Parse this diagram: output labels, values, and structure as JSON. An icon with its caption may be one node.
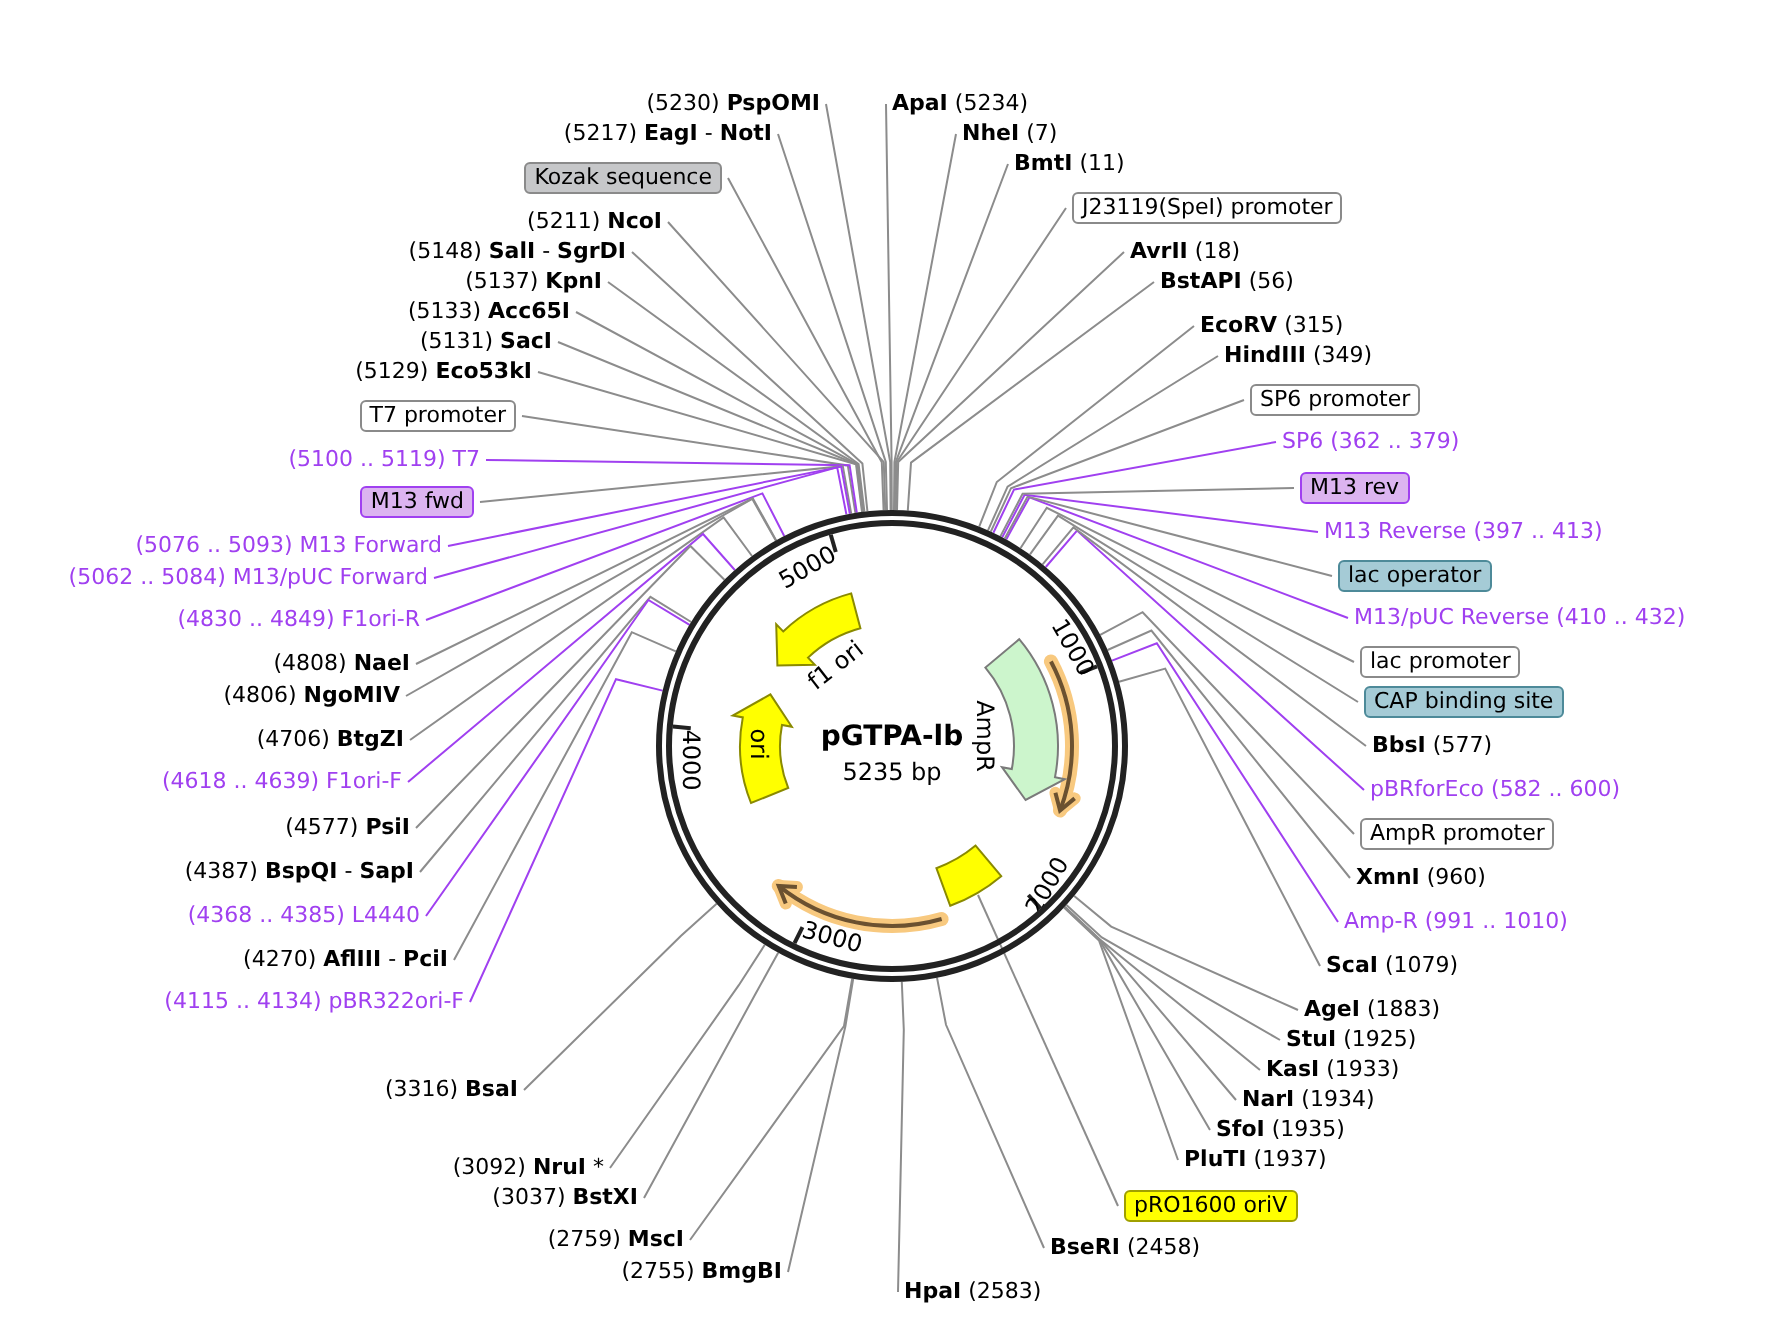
{
  "diagram": {
    "nodes": [
      {
        "text": [
          "(5230) **PspOMI**"
        ]
      },
      {
        "text": [
          "(5217) **EagI** - **NotI**"
        ]
      },
      {
        "text": [
          "Kozak sequence"
        ]
      },
      {
        "text": [
          "(5211) **NcoI**"
        ]
      },
      {
        "text": [
          "(5148) **SalI** - **SgrDI**"
        ]
      },
      {
        "text": [
          "(5137) **KpnI**"
        ]
      },
      {
        "text": [
          "(5133) **Acc65I**"
        ]
      },
      {
        "text": [
          "(5131) **SacI**"
        ]
      },
      {
        "text": [
          "(5129) **Eco53kI**"
        ]
      },
      {
        "text": [
          "T7 promoter"
        ]
      },
      {
        "text": [
          "(5100 .. 5119) T7"
        ]
      },
      {
        "text": [
          "M13 fwd"
        ]
      },
      {
        "text": [
          "(5076 .. 5093) M13 Forward"
        ]
      },
      {
        "text": [
          "(5062 .. 5084) M13/pUC Forward"
        ]
      },
      {
        "text": [
          "(4830 .. 4849) F1ori-R"
        ]
      },
      {
        "text": [
          "(4808) **NaeI**"
        ]
      },
      {
        "text": [
          "(4806) **NgoMIV**"
        ]
      },
      {
        "text": [
          "(4706) **BtgZI**"
        ]
      },
      {
        "text": [
          "(4618 .. 4639) F1ori-F"
        ]
      },
      {
        "text": [
          "(4577) **PsiI**"
        ]
      },
      {
        "text": [
          "(4387) **BspQI** - **SapI**"
        ]
      },
      {
        "text": [
          "(4368 .. 4385) L4440"
        ]
      },
      {
        "text": [
          "(4270) **AflIII** - **PciI**"
        ]
      },
      {
        "text": [
          "(4115 .. 4134) pBR322ori-F"
        ]
      },
      {
        "text": [
          "(3316) **BsaI**"
        ]
      },
      {
        "text": [
          "(3092) **NruI** *"
        ]
      },
      {
        "text": [
          "(3037) **BstXI**"
        ]
      },
      {
        "text": [
          "(2759) **MscI**"
        ]
      },
      {
        "text": [
          "(2755) **BmgBI**"
        ]
      },
      {
        "text": [
          "**HpaI** (2583)"
        ]
      },
      {
        "text": [
          "**BseRI** (2458)"
        ]
      },
      {
        "text": [
          "pRO1600 oriV"
        ]
      },
      {
        "text": [
          "**PluTI** (1937)"
        ]
      },
      {
        "text": [
          "**SfoI** (1935)"
        ]
      },
      {
        "text": [
          "**NarI** (1934)"
        ]
      },
      {
        "text": [
          "**KasI** (1933)"
        ]
      },
      {
        "text": [
          "**StuI** (1925)"
        ]
      },
      {
        "text": [
          "**AgeI** (1883)"
        ]
      },
      {
        "text": [
          "**ScaI** (1079)"
        ]
      },
      {
        "text": [
          "Amp-R (991 .. 1010)"
        ]
      },
      {
        "text": [
          "**XmnI** (960)"
        ]
      },
      {
        "text": [
          "AmpR promoter"
        ]
      },
      {
        "text": [
          "pBRforEco (582 .. 600)"
        ]
      },
      {
        "text": [
          "**BbsI** (577)"
        ]
      },
      {
        "text": [
          "CAP binding site"
        ]
      },
      {
        "text": [
          "lac promoter"
        ]
      },
      {
        "text": [
          "M13/pUC Reverse (410 .. 432)"
        ]
      },
      {
        "text": [
          "lac operator"
        ]
      },
      {
        "text": [
          "M13 Reverse (397 .. 413)"
        ]
      },
      {
        "text": [
          "M13 rev"
        ]
      },
      {
        "text": [
          "SP6 (362 .. 379)"
        ]
      },
      {
        "text": [
          "SP6 promoter"
        ]
      },
      {
        "text": [
          "**HindIII** (349)"
        ]
      },
      {
        "text": [
          "**EcoRV** (315)"
        ]
      },
      {
        "text": [
          "**BstAPI** (56)"
        ]
      },
      {
        "text": [
          "**AvrII** (18)"
        ]
      },
      {
        "text": [
          "J23119(SpeI) promoter"
        ]
      },
      {
        "text": [
          "**BmtI** (11)"
        ]
      },
      {
        "text": [
          "**NheI** (7)"
        ]
      },
      {
        "text": [
          "**ApaI** (5234)"
        ]
      },
      {
        "text": [
          "pGTPA-lb",
          "5235 bp"
        ]
      },
      {
        "text": [
          "f1 ori"
        ],
        "in": 60
      },
      {
        "text": [
          "ori"
        ],
        "in": 60
      },
      {
        "text": [
          "AmpR"
        ],
        "in": 60
      },
      {
        "text": [],
        "shape": "box",
        "in": 60
      }
    ],
    "edges": [
      {
        "from": 0,
        "to": 60,
        "arrow": "none"
      },
      {
        "from": 1,
        "to": 60,
        "arrow": "none"
      },
      {
        "from": 2,
        "to": 60,
        "arrow": "none"
      },
      {
        "from": 3,
        "to": 60,
        "arrow": "none"
      },
      {
        "from": 4,
        "to": 60,
        "arrow": "none"
      },
      {
        "from": 5,
        "to": 60,
        "arrow": "none"
      },
      {
        "from": 6,
        "to": 60,
        "arrow": "none"
      },
      {
        "from": 7,
        "to": 60,
        "arrow": "none"
      },
      {
        "from": 8,
        "to": 60,
        "arrow": "none"
      },
      {
        "from": 9,
        "to": 60,
        "arrow": "none"
      },
      {
        "from": 10,
        "to": 60,
        "arrow": "none",
        "color": "#a040f0"
      },
      {
        "from": 11,
        "to": 60,
        "arrow": "none"
      },
      {
        "from": 12,
        "to": 60,
        "arrow": "none",
        "color": "#a040f0"
      },
      {
        "from": 13,
        "to": 60,
        "arrow": "none",
        "color": "#a040f0"
      },
      {
        "from": 14,
        "to": 60,
        "arrow": "none",
        "color": "#a040f0"
      },
      {
        "from": 15,
        "to": 60,
        "arrow": "none"
      },
      {
        "from": 16,
        "to": 60,
        "arrow": "none"
      },
      {
        "from": 17,
        "to": 60,
        "arrow": "none"
      },
      {
        "from": 18,
        "to": 60,
        "arrow": "none",
        "color": "#a040f0"
      },
      {
        "from": 19,
        "to": 60,
        "arrow": "none"
      },
      {
        "from": 20,
        "to": 60,
        "arrow": "none"
      },
      {
        "from": 21,
        "to": 60,
        "arrow": "none",
        "color": "#a040f0"
      },
      {
        "from": 22,
        "to": 60,
        "arrow": "none"
      },
      {
        "from": 23,
        "to": 60,
        "arrow": "none",
        "color": "#a040f0"
      },
      {
        "from": 24,
        "to": 60,
        "arrow": "none"
      },
      {
        "from": 25,
        "to": 60,
        "arrow": "none"
      },
      {
        "from": 26,
        "to": 60,
        "arrow": "none"
      },
      {
        "from": 27,
        "to": 60,
        "arrow": "none"
      },
      {
        "from": 28,
        "to": 60,
        "arrow": "none"
      },
      {
        "from": 29,
        "to": 60,
        "arrow": "none"
      },
      {
        "from": 30,
        "to": 60,
        "arrow": "none"
      },
      {
        "from": 31,
        "to": 64,
        "arrow": "none"
      },
      {
        "from": 32,
        "to": 60,
        "arrow": "none"
      },
      {
        "from": 33,
        "to": 60,
        "arrow": "none"
      },
      {
        "from": 34,
        "to": 60,
        "arrow": "none"
      },
      {
        "from": 35,
        "to": 60,
        "arrow": "none"
      },
      {
        "from": 36,
        "to": 60,
        "arrow": "none"
      },
      {
        "from": 37,
        "to": 60,
        "arrow": "none"
      },
      {
        "from": 38,
        "to": 60,
        "arrow": "none"
      },
      {
        "from": 39,
        "to": 60,
        "arrow": "none",
        "color": "#a040f0"
      },
      {
        "from": 40,
        "to": 60,
        "arrow": "none"
      },
      {
        "from": 41,
        "to": 60,
        "arrow": "none"
      },
      {
        "from": 42,
        "to": 60,
        "arrow": "none",
        "color": "#a040f0"
      },
      {
        "from": 43,
        "to": 60,
        "arrow": "none"
      },
      {
        "from": 44,
        "to": 60,
        "arrow": "none"
      },
      {
        "from": 45,
        "to": 60,
        "arrow": "none"
      },
      {
        "from": 46,
        "to": 60,
        "arrow": "none",
        "color": "#a040f0"
      },
      {
        "from": 47,
        "to": 60,
        "arrow": "none"
      },
      {
        "from": 48,
        "to": 60,
        "arrow": "none",
        "color": "#a040f0"
      },
      {
        "from": 49,
        "to": 60,
        "arrow": "none"
      },
      {
        "from": 50,
        "to": 60,
        "arrow": "none",
        "color": "#a040f0"
      },
      {
        "from": 51,
        "to": 60,
        "arrow": "none"
      },
      {
        "from": 52,
        "to": 60,
        "arrow": "none"
      },
      {
        "from": 53,
        "to": 60,
        "arrow": "none"
      },
      {
        "from": 54,
        "to": 60,
        "arrow": "none"
      },
      {
        "from": 55,
        "to": 60,
        "arrow": "none"
      },
      {
        "from": 56,
        "to": 60,
        "arrow": "none"
      },
      {
        "from": 57,
        "to": 60,
        "arrow": "none"
      },
      {
        "from": 58,
        "to": 60,
        "arrow": "none"
      },
      {
        "from": 59,
        "to": 60,
        "arrow": "none"
      }
    ],
    "labels": [
      "5000",
      "1000",
      "4000",
      "2000",
      "3000"
    ]
  }
}
